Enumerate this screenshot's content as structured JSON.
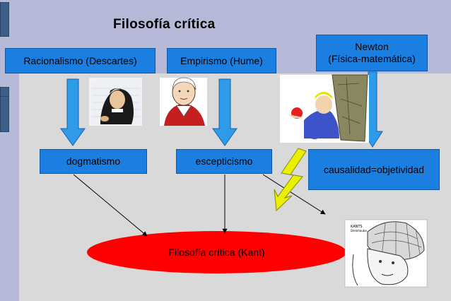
{
  "title": "Filosofía crítica",
  "boxes": {
    "racionalismo": "Racionalismo (Descartes)",
    "empirismo": "Empirismo (Hume)",
    "newton_line1": "Newton",
    "newton_line2": "(Física-matemática)",
    "dogmatismo": "dogmatismo",
    "escepticismo": "escepticismo",
    "causalidad": "causalidad=objetividad"
  },
  "result": "Filosofía crítica (Kant)",
  "kant_picture_caption": "KANTS Denkhaube",
  "colors": {
    "box_fill": "#1a7fe0",
    "ellipse_fill": "#ff0000",
    "arrow_fill": "#2d9be8",
    "lightning_fill": "#eaf000",
    "background": "#d9d9d9",
    "band": "#b7b9d8"
  }
}
